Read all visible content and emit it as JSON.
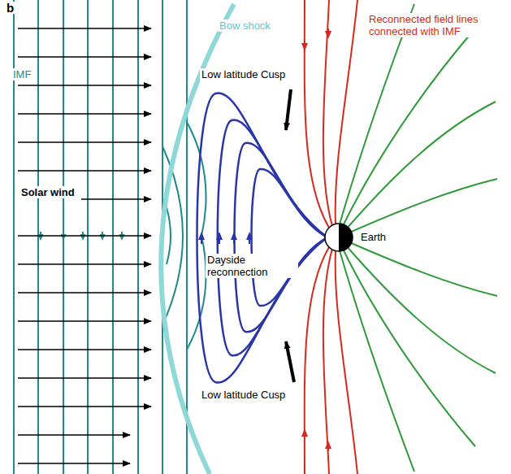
{
  "diagram": {
    "labels": [
      "b",
      "IMF",
      "Bow shock",
      "Reconnected field lines connected with IMF",
      "Low latitude Cusp",
      "Solar wind",
      "Dayside reconnection",
      "Low latitude Cusp",
      "Earth"
    ]
  }
}
